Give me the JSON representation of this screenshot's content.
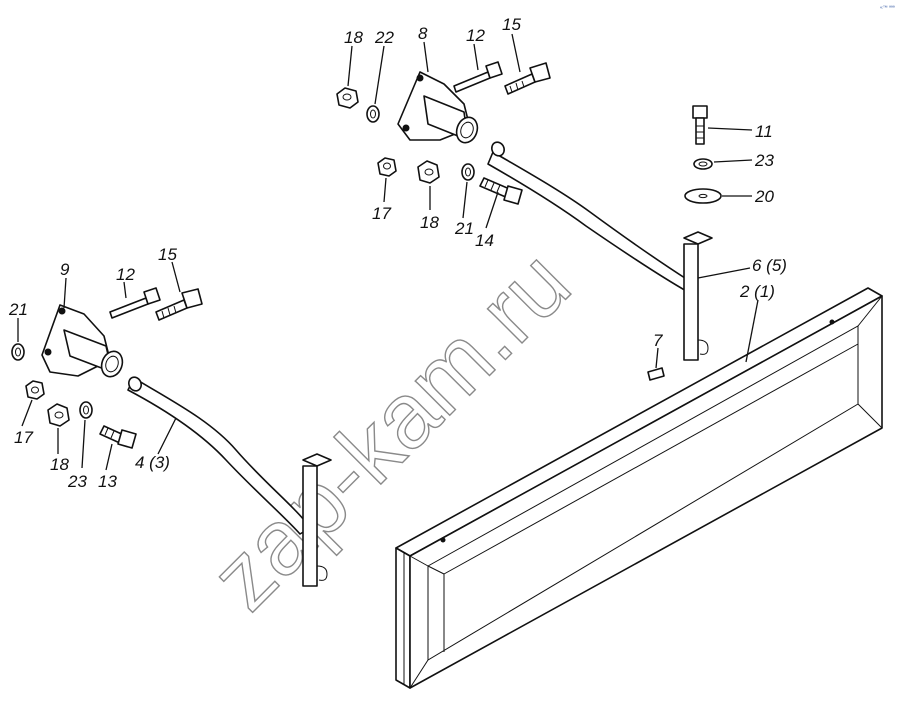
{
  "watermark": "zap-kam.ru",
  "corner_mark": "«™ ªªª",
  "labels": {
    "p18_top": "18",
    "p22": "22",
    "p8": "8",
    "p12_top": "12",
    "p15_top": "15",
    "p11": "11",
    "p23_right": "23",
    "p20": "20",
    "p17_mid": "17",
    "p18_mid": "18",
    "p21_mid": "21",
    "p14": "14",
    "p6_5": "6 (5)",
    "p2_1": "2 (1)",
    "p7": "7",
    "p9": "9",
    "p12_left": "12",
    "p15_left": "15",
    "p21_left": "21",
    "p17_left": "17",
    "p18_left": "18",
    "p23_left": "23",
    "p13": "13",
    "p4_3": "4 (3)"
  }
}
